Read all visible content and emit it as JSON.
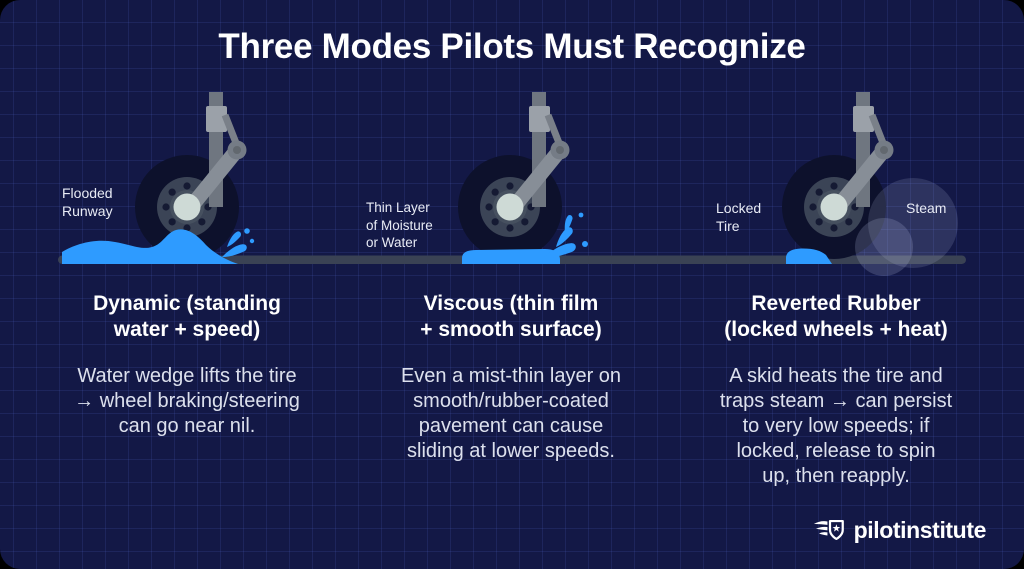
{
  "title": "Three Modes Pilots Must Recognize",
  "scene": {
    "flooded_runway_label": "Flooded\nRunway",
    "thin_layer_label": "Thin Layer\nof Moisture\nor Water",
    "locked_tire_label": "Locked\nTire",
    "steam_label": "Steam"
  },
  "columns": [
    {
      "heading": "Dynamic (standing\nwater + speed)",
      "body": "Water wedge lifts the tire\n→ wheel braking/steering\ncan go near nil."
    },
    {
      "heading": "Viscous (thin film\n+ smooth surface)",
      "body": "Even a mist-thin layer on\nsmooth/rubber-coated\npavement can cause\nsliding at lower speeds."
    },
    {
      "heading": "Reverted Rubber\n(locked wheels + heat)",
      "body": "A skid heats the tire and\ntraps steam → can persist\nto very low speeds; if\nlocked, release to spin\nup, then reapply."
    }
  ],
  "logo": {
    "text": "pilotinstitute"
  },
  "icons": {
    "wheel": "landing-gear-wheel-icon",
    "splash": "water-splash-icon",
    "steam": "steam-cloud-icon",
    "badge": "pilot-institute-winged-badge-icon"
  },
  "colors": {
    "card_background": "#131846",
    "grid_line": "#26306A",
    "water_blue": "#2E9BFF",
    "runway_gray": "#3A4254",
    "tire_dark": "#0D112C",
    "hub_gray": "#3B4456",
    "strut_gray": "#878E97",
    "steam_lavender": "#B9C2E8",
    "text_primary": "#FFFFFF",
    "text_secondary": "#DCE0ED"
  }
}
